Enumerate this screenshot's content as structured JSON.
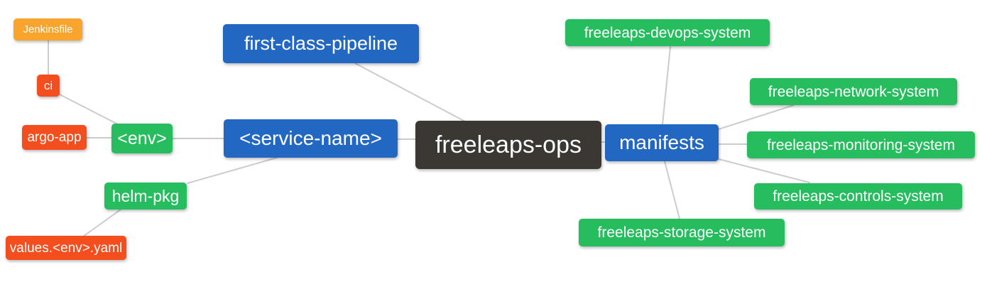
{
  "diagram": {
    "type": "mindmap",
    "root": "freeleaps-ops",
    "palette": {
      "blue": "#2268c2",
      "green": "#26bd5e",
      "orange": "#f9a42c",
      "red": "#f44d1e",
      "dark": "#3b3733",
      "edge": "#cccccc",
      "text": "#ffffff",
      "background": "#ffffff"
    },
    "nodes": {
      "jenkinsfile": {
        "label": "Jenkinsfile",
        "color": "orange"
      },
      "ci": {
        "label": "ci",
        "color": "red"
      },
      "argo_app": {
        "label": "argo-app",
        "color": "red"
      },
      "env": {
        "label": "<env>",
        "color": "green"
      },
      "helm_pkg": {
        "label": "helm-pkg",
        "color": "green"
      },
      "values_env_yaml": {
        "label": "values.<env>.yaml",
        "color": "red"
      },
      "first_class_pipeline": {
        "label": "first-class-pipeline",
        "color": "blue"
      },
      "service_name": {
        "label": "<service-name>",
        "color": "blue"
      },
      "freeleaps_ops": {
        "label": "freeleaps-ops",
        "color": "dark"
      },
      "manifests": {
        "label": "manifests",
        "color": "blue"
      },
      "freeleaps_devops_system": {
        "label": "freeleaps-devops-system",
        "color": "green"
      },
      "freeleaps_network_system": {
        "label": "freeleaps-network-system",
        "color": "green"
      },
      "freeleaps_monitoring_system": {
        "label": "freeleaps-monitoring-system",
        "color": "green"
      },
      "freeleaps_controls_system": {
        "label": "freeleaps-controls-system",
        "color": "green"
      },
      "freeleaps_storage_system": {
        "label": "freeleaps-storage-system",
        "color": "green"
      }
    },
    "edges": [
      [
        "jenkinsfile",
        "ci"
      ],
      [
        "ci",
        "env"
      ],
      [
        "argo_app",
        "env"
      ],
      [
        "env",
        "service_name"
      ],
      [
        "service_name",
        "helm_pkg"
      ],
      [
        "helm_pkg",
        "values_env_yaml"
      ],
      [
        "first_class_pipeline",
        "freeleaps_ops"
      ],
      [
        "service_name",
        "freeleaps_ops"
      ],
      [
        "freeleaps_ops",
        "manifests"
      ],
      [
        "manifests",
        "freeleaps_devops_system"
      ],
      [
        "manifests",
        "freeleaps_network_system"
      ],
      [
        "manifests",
        "freeleaps_monitoring_system"
      ],
      [
        "manifests",
        "freeleaps_controls_system"
      ],
      [
        "manifests",
        "freeleaps_storage_system"
      ]
    ]
  }
}
